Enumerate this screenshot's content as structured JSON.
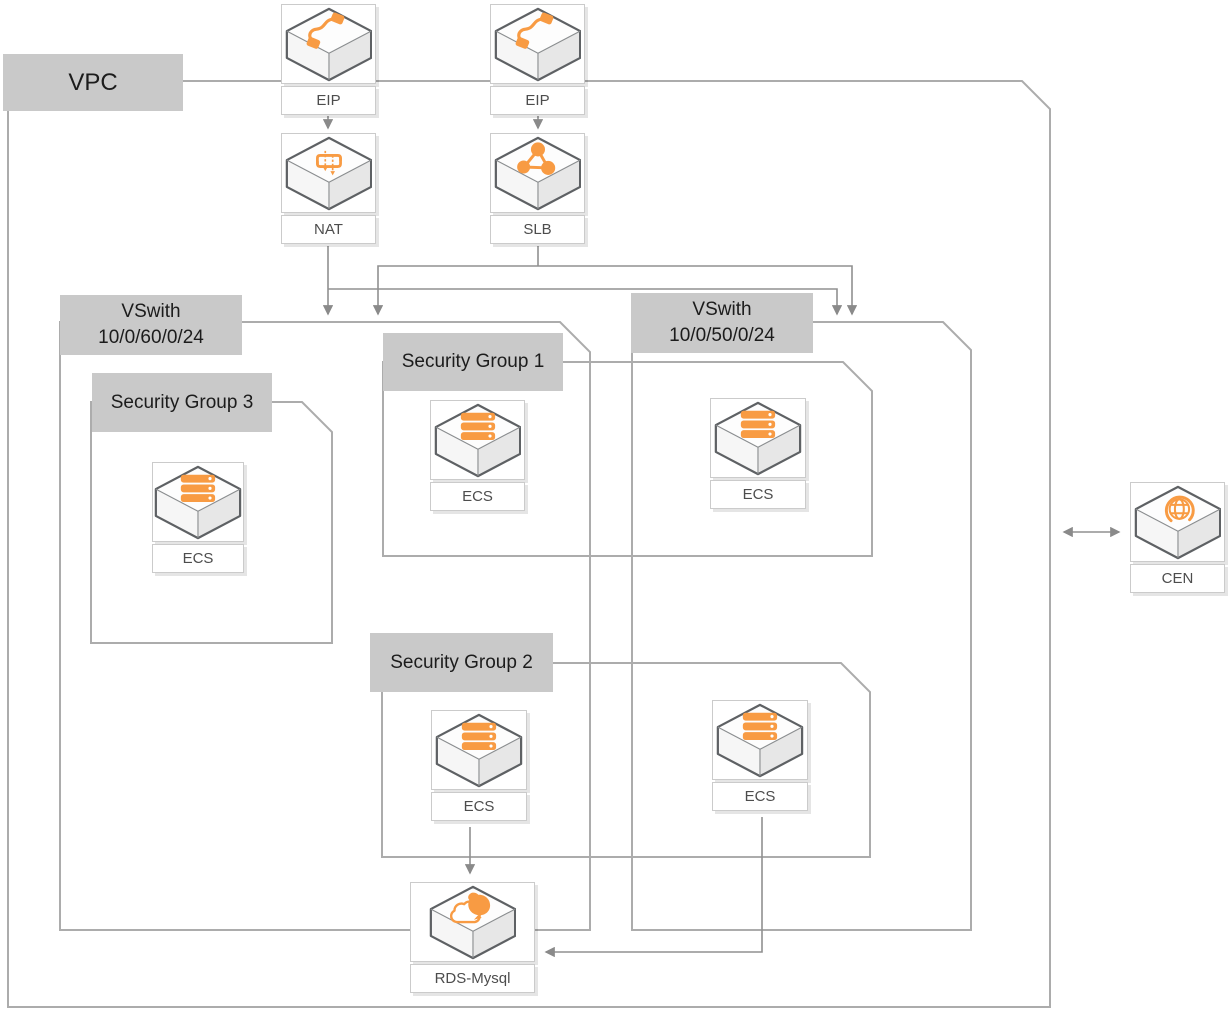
{
  "diagram": {
    "vpc": {
      "label": "VPC"
    },
    "vswitch_left": {
      "name": "VSwith",
      "cidr": "10/0/60/0/24"
    },
    "vswitch_right": {
      "name": "VSwith",
      "cidr": "10/0/50/0/24"
    },
    "security_group_1": {
      "label": "Security Group 1"
    },
    "security_group_2": {
      "label": "Security Group 2"
    },
    "security_group_3": {
      "label": "Security Group 3"
    },
    "nodes": {
      "eip_left": {
        "label": "EIP",
        "icon": "cable-plug-icon"
      },
      "eip_right": {
        "label": "EIP",
        "icon": "cable-plug-icon"
      },
      "nat": {
        "label": "NAT",
        "icon": "nat-gateway-icon"
      },
      "slb": {
        "label": "SLB",
        "icon": "load-balancer-icon"
      },
      "ecs_sg3": {
        "label": "ECS",
        "icon": "server-stack-icon"
      },
      "ecs_sg1": {
        "label": "ECS",
        "icon": "server-stack-icon"
      },
      "ecs_vswitch_right_top": {
        "label": "ECS",
        "icon": "server-stack-icon"
      },
      "ecs_sg2": {
        "label": "ECS",
        "icon": "server-stack-icon"
      },
      "ecs_vswitch_right_bottom": {
        "label": "ECS",
        "icon": "server-stack-icon"
      },
      "rds": {
        "label": "RDS-Mysql",
        "icon": "mysql-cloud-icon"
      },
      "cen": {
        "label": "CEN",
        "icon": "globe-network-icon"
      }
    },
    "colors": {
      "accent_orange": "#F89B43",
      "region_border": "#ACACAC",
      "label_background": "#C9C9C9",
      "connector_gray": "#8C8C8C"
    }
  }
}
